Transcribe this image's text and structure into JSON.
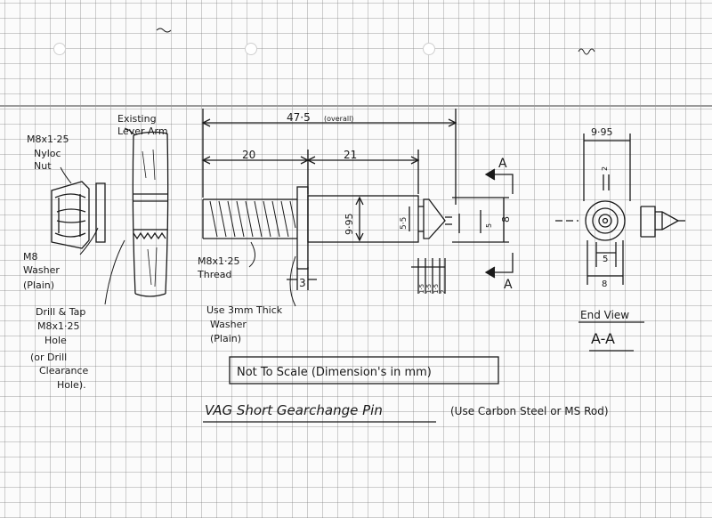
{
  "labels": {
    "nut": [
      "M8x1·25",
      "Nyloc",
      "Nut"
    ],
    "lever": [
      "Existing",
      "Lever Arm"
    ],
    "washer": [
      "M8",
      "Washer",
      "(Plain)"
    ],
    "drill": [
      "Drill & Tap",
      "M8x1·25",
      "Hole",
      "(or Drill",
      "Clearance",
      "Hole)."
    ],
    "thread": [
      "M8x1·25",
      "Thread"
    ],
    "thick_washer": [
      "Use 3mm Thick",
      "Washer",
      "(Plain)"
    ],
    "end_view": "End View",
    "section": "A-A",
    "note": "Not To Scale (Dimension's in mm)",
    "title": "VAG Short Gearchange Pin",
    "material": "(Use Carbon Steel or MS Rod)"
  },
  "dimensions": {
    "overall": "47·5",
    "overall_note": "(overall)",
    "thread_len": "20",
    "body_len": "21",
    "washer_thk": "3",
    "body_dia": "9·95",
    "neck_dia": "5·5",
    "tip_dia": "8",
    "groove_dia": "5",
    "end_dia": "9·95",
    "end_dia_5": "5",
    "end_dia_8": "8",
    "end_small": "2",
    "tip_lengths": [
      "1·5",
      "1·5",
      "1·5",
      "2"
    ]
  },
  "section_markers": [
    "A",
    "A"
  ]
}
